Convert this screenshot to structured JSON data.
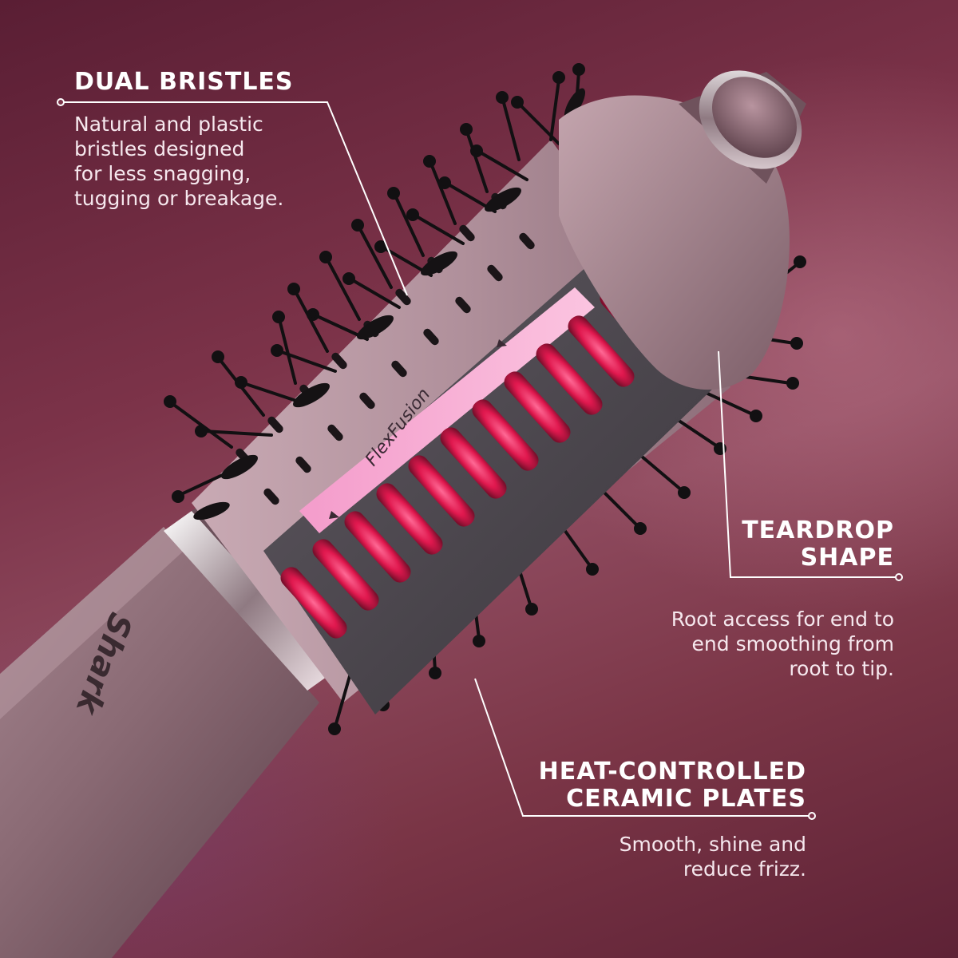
{
  "brand": "Shark",
  "product_label": "FlexFusion",
  "callouts": {
    "dual_bristles": {
      "title": "DUAL BRISTLES",
      "line1": "Natural and plastic",
      "line2": "bristles designed",
      "line3": "for less snagging,",
      "line4": "tugging or breakage."
    },
    "teardrop_shape": {
      "title_line1": "TEARDROP",
      "title_line2": "SHAPE",
      "line1": "Root access for end to",
      "line2": "end smoothing from",
      "line3": "root to tip."
    },
    "ceramic_plates": {
      "title_line1": "HEAT-CONTROLLED",
      "title_line2": "CERAMIC PLATES",
      "line1": "Smooth, shine and",
      "line2": "reduce frizz."
    }
  },
  "colors": {
    "background": "#7c3349",
    "body_metal": "#8a6a74",
    "panel_grey": "#4e4a50",
    "heater_glow": "#ff2d6a",
    "accent_pink": "#f7a6cf",
    "bristle": "#121012",
    "text": "#ffffff"
  }
}
